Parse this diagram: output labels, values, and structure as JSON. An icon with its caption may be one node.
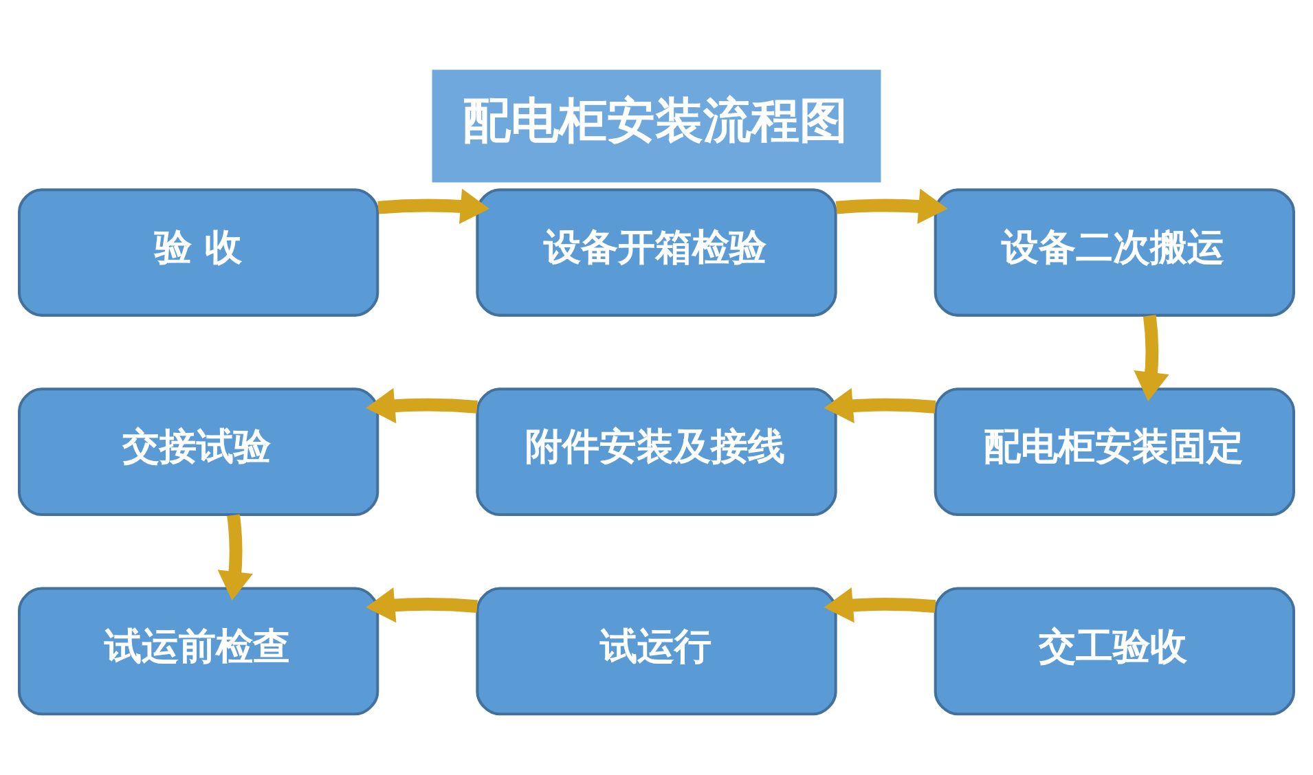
{
  "diagram": {
    "title": "配电柜安装流程图",
    "nodes": [
      {
        "text": [
          "验 收"
        ]
      },
      {
        "text": [
          "设备开箱检验"
        ]
      },
      {
        "text": [
          "设备二次搬运"
        ]
      },
      {
        "text": [
          "交接试验"
        ]
      },
      {
        "text": [
          "附件安装及接线"
        ]
      },
      {
        "text": [
          "配电柜安装固定"
        ]
      },
      {
        "text": [
          "试运前检查"
        ]
      },
      {
        "text": [
          "试运行"
        ]
      },
      {
        "text": [
          "交工验收"
        ]
      }
    ],
    "edges": [
      {
        "from": 0,
        "to": 1,
        "arrow": "to"
      },
      {
        "from": 1,
        "to": 2,
        "arrow": "to"
      },
      {
        "from": 2,
        "to": 5,
        "arrow": "to"
      },
      {
        "from": 5,
        "to": 4,
        "arrow": "to"
      },
      {
        "from": 4,
        "to": 3,
        "arrow": "to"
      },
      {
        "from": 3,
        "to": 6,
        "arrow": "to"
      },
      {
        "from": 8,
        "to": 7,
        "arrow": "to"
      },
      {
        "from": 7,
        "to": 6,
        "arrow": "to"
      }
    ]
  }
}
